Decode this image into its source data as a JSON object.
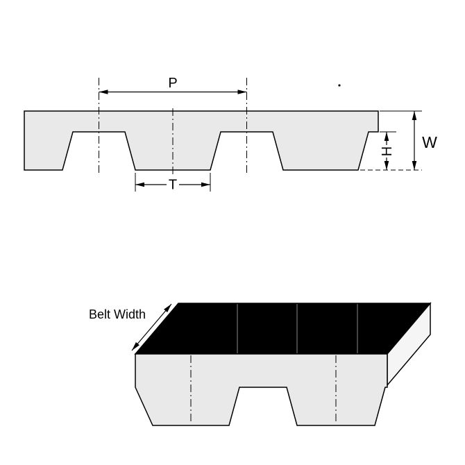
{
  "figure": {
    "top_view": {
      "pitch_label": "P",
      "tooth_width_label": "T",
      "tooth_height_label": "H",
      "thickness_label": "W"
    },
    "iso_view": {
      "belt_width_label": "Belt Width"
    },
    "colors": {
      "outline": "#000000",
      "belt_fill": "#e9e9e9",
      "belt_back_fill": "#000000",
      "end_face_fill": "#f5f5f5",
      "background": "#ffffff"
    }
  }
}
